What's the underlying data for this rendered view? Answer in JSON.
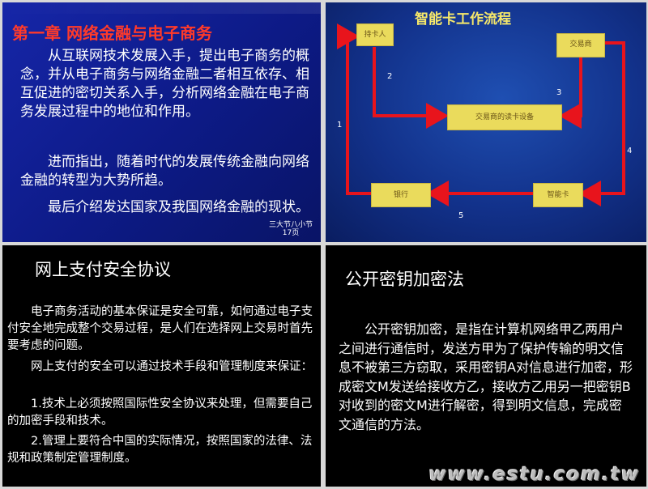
{
  "slide1": {
    "title": "第一章 网络金融与电子商务",
    "paragraphs": [
      "　　从互联网技术发展入手，提出电子商务的概念，并从电子商务与网络金融二者相互依存、相互促进的密切关系入手，分析网络金融在电子商务发展过程中的地位和作用。",
      "　　进而指出，随着时代的发展传统金融向网络金融的转型为大势所趋。",
      "　　最后介绍发达国家及我国网络金融的现状。"
    ],
    "footer_line1": "三大节八小节",
    "footer_line2": "17页"
  },
  "slide2": {
    "title": "智能卡工作流程",
    "boxes": {
      "cardholder": "持卡人",
      "merchant": "交易商",
      "reader": "交易商的读卡设备",
      "bank": "银行",
      "smartcard": "智能卡"
    },
    "numbers": [
      "1",
      "2",
      "3",
      "4",
      "5"
    ],
    "colors": {
      "arrow": "#e8141c",
      "box": "#eadb5c"
    }
  },
  "slide3": {
    "title": "网上支付安全协议",
    "paragraphs": [
      "　　电子商务活动的基本保证是安全可靠，如何通过电子支付安全地完成整个交易过程，是人们在选择网上交易时首先要考虑的问题。",
      "　　网上支付的安全可以通过技术手段和管理制度来保证：",
      "　　1.技术上必须按照国际性安全协议来处理，但需要自己的加密手段和技术。",
      "　　2.管理上要符合中国的实际情况，按照国家的法律、法规和政策制定管理制度。"
    ]
  },
  "slide4": {
    "title": "公开密钥加密法",
    "paragraph": "　　公开密钥加密，是指在计算机网络甲乙两用户之间进行通信时，发送方甲为了保护传输的明文信息不被第三方窃取，采用密钥A对信息进行加密，形成密文M发送给接收方乙，接收方乙用另一把密钥B对收到的密文M进行解密，得到明文信息，完成密文通信的方法。"
  },
  "watermark": "www.estu.com.tw"
}
